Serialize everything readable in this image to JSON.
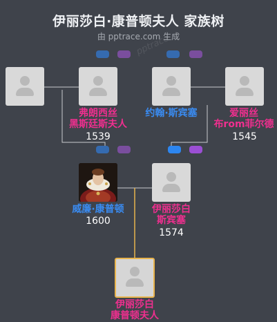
{
  "header": {
    "title": "伊丽莎白·康普顿夫人 家族树",
    "subtitle": "由 pptrace.com 生成",
    "watermark": "pptrace"
  },
  "colors": {
    "background": "#3f434b",
    "female_name": "#ef2f8f",
    "male_name": "#3a8bf0",
    "selected_border": "#e9b44c",
    "line": "#c9cbcf",
    "selected_line": "#e9b44c"
  },
  "people": {
    "gp1_unknown": {
      "name": "",
      "year": ""
    },
    "frances": {
      "name_line1": "弗朗西丝",
      "name_line2": "黑斯廷斯夫人",
      "year": "1539"
    },
    "john": {
      "name": "约翰·斯宾塞",
      "year": ""
    },
    "alice": {
      "name_line1": "爱丽丝",
      "name_line2": "布rom菲尔德",
      "year": "1545"
    },
    "william": {
      "name": "威廉·康普顿",
      "year": "1600"
    },
    "elizabeth_spencer": {
      "name_line1": "伊丽莎白",
      "name_line2": "斯宾塞",
      "year": "1574"
    },
    "elizabeth_compton": {
      "name_line1": "伊丽莎白",
      "name_line2": "康普顿夫人"
    }
  }
}
